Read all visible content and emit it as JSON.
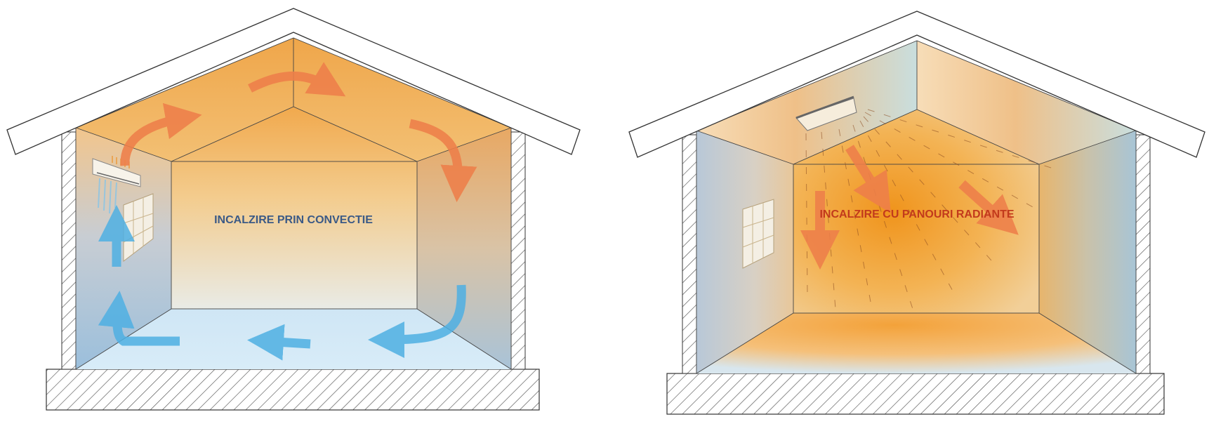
{
  "panels": [
    {
      "id": "convection",
      "title": "INCALZIRE PRIN CONVECTIE",
      "title_color": "#3b5a86",
      "heater": "wall-mounted-air-conditioner",
      "warm_flow_color": "#ee7f4a",
      "cool_flow_color": "#4fb0e3"
    },
    {
      "id": "radiant",
      "title": "INCALZIRE CU PANOURI RADIANTE",
      "title_color": "#c23a1c",
      "heater": "ceiling-radiant-panel",
      "warm_flow_color": "#ee7f4a"
    }
  ],
  "colors": {
    "warm": "#f2a23c",
    "cool": "#cfe6f5",
    "outline": "#333333",
    "hatch": "#555555"
  }
}
